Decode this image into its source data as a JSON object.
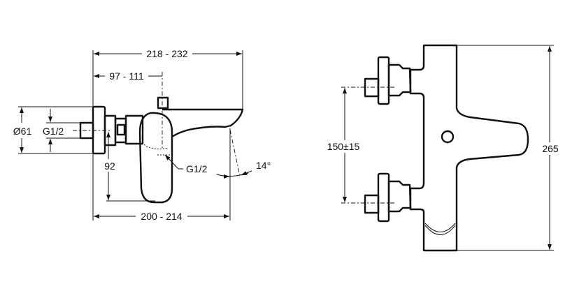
{
  "side_view": {
    "overall_length": "218 - 232",
    "diverter_offset": "97 - 111",
    "flange_diameter": "Ø61",
    "inlet_thread": "G1/2",
    "height_below": "92",
    "outlet_thread": "G1/2",
    "spout_angle": "14°",
    "spout_reach": "200 - 214"
  },
  "front_view": {
    "inlet_spacing": "150±15",
    "overall_height": "265"
  }
}
